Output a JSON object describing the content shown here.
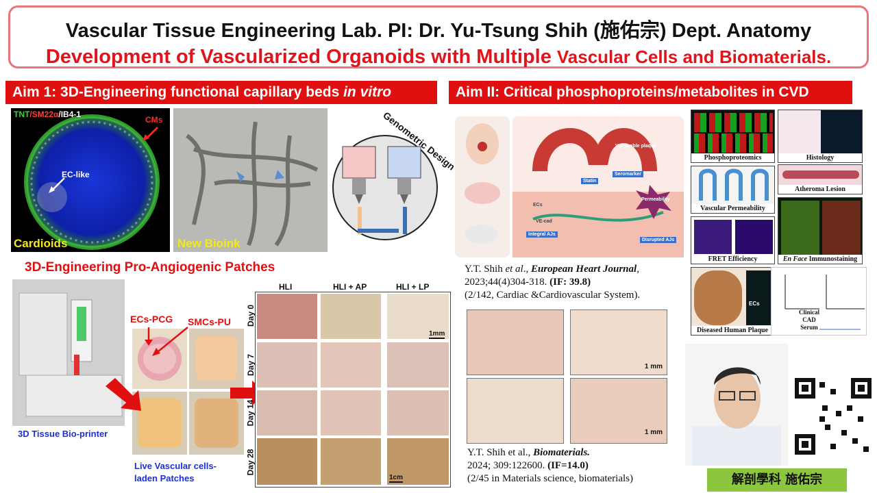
{
  "header": {
    "line1": "Vascular Tissue Engineering Lab.  PI: Dr. Yu-Tsung Shih (施佑宗) Dept. Anatomy",
    "line2_main": "Development of Vascularized Organoids with Multiple ",
    "line2_small": "Vascular Cells and Biomaterials."
  },
  "aim1": {
    "title_prefix": "Aim 1: 3D-Engineering functional capillary beds ",
    "title_italic": "in vitro",
    "cardioid": {
      "stain_tnt": "TNT",
      "stain_sm": "/SM22α",
      "stain_ib": "/IB4-1",
      "cms": "CMs",
      "ec_like": "EC-like",
      "label": "Cardioids"
    },
    "bioink_label": "New Bioink",
    "geometric_design": "Genometric Design"
  },
  "patches": {
    "title": "3D-Engineering Pro-Angiogenic Patches",
    "bioprinter_label": "3D Tissue Bio-printer",
    "ecs_label": "ECs-PCG",
    "smcs_label": "SMCs-PU",
    "live_label_1": "Live Vascular cells-",
    "live_label_2": "laden Patches",
    "columns": [
      "HLI",
      "HLI + AP",
      "HLI + LP"
    ],
    "days": [
      "Day 0",
      "Day 7",
      "Day 14",
      "Day 28"
    ],
    "scale_1mm": "1mm",
    "scale_1cm": "1cm"
  },
  "aim2": {
    "title": "Aim II: Critical phosphoproteins/metabolites in CVD",
    "diagram": {
      "vulnerable": "Vulnerable plaque",
      "seromarker": "Seromarker",
      "statin": "Statin",
      "permeability": "Permeability",
      "ecs": "ECs",
      "integral": "Integral AJs",
      "disrupted": "Disrupted AJs",
      "vecad": "VE-cad"
    },
    "panels": [
      "Phosphoproteomics",
      "Histology",
      "Atheroma Lesion",
      "Vascular Permeability",
      "FRET Efficiency",
      "En Face Immunostaining",
      "Diseased Human Plaque"
    ],
    "clinical": {
      "l1": "Clinical",
      "l2": "CAD",
      "l3": "Serum",
      "ecs": "ECs"
    }
  },
  "citation1": {
    "author": "Y.T. Shih ",
    "etal": "et al",
    "journal": "European Heart Journal",
    "line2a": "2023;44(4)304-318.   ",
    "line2b": "(IF: 39.8)",
    "line3": "(2/142, Cardiac &Cardiovascular System)."
  },
  "citation2": {
    "author": "Y.T. Shih et al., ",
    "journal": "Biomaterials.",
    "line2a": "2024; 309:122600.  ",
    "line2b": "(IF=14.0)",
    "line3": "(2/45 in Materials  science, biomaterials)"
  },
  "tissue_scale": "1 mm",
  "name_badge": "解剖學科  施佑宗",
  "colors": {
    "accent_red": "#e01010",
    "title_border": "#e8747c",
    "badge_green": "#8cc63f"
  }
}
